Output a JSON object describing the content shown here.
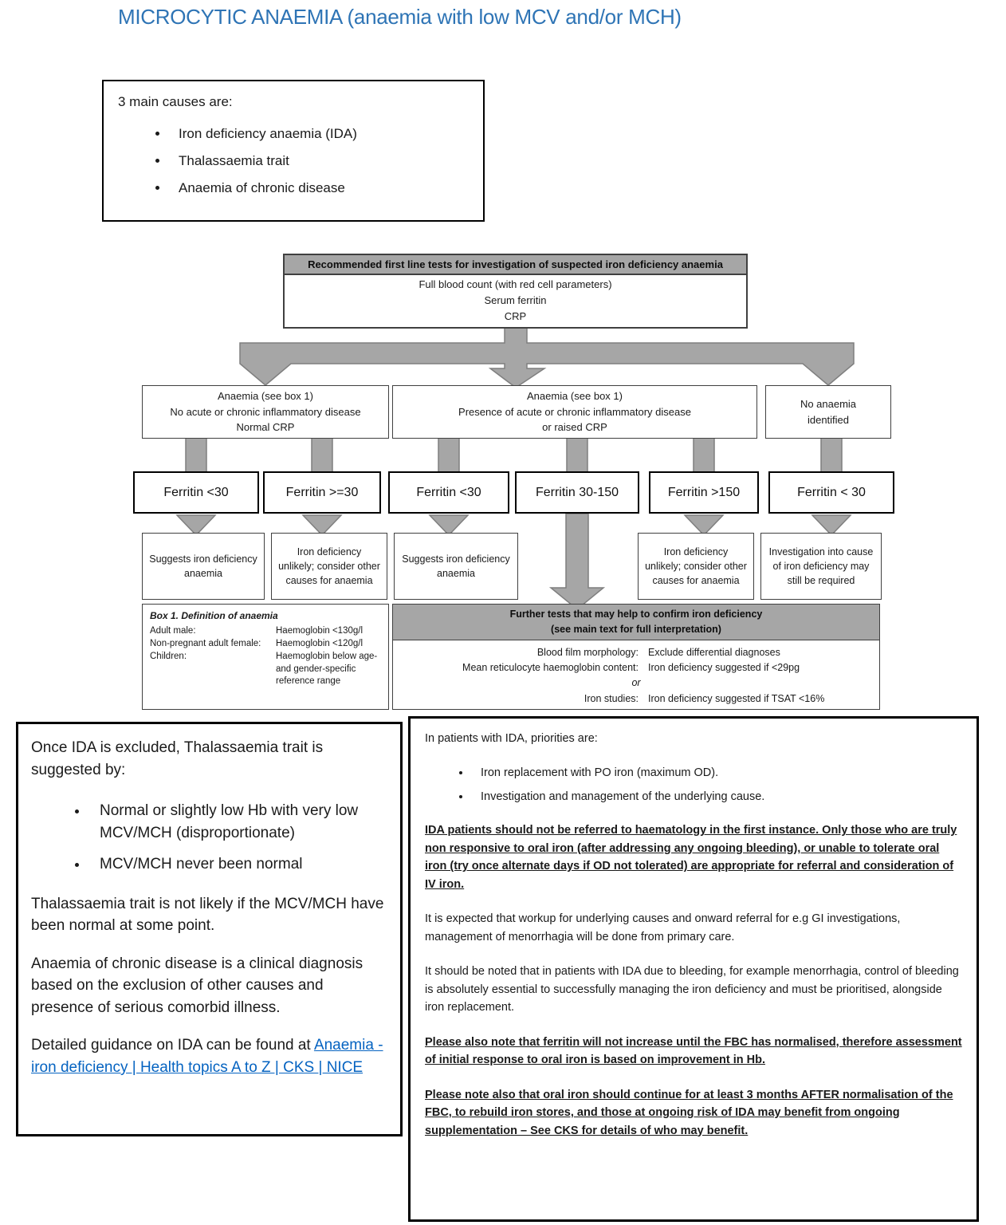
{
  "page": {
    "title": "MICROCYTIC ANAEMIA (anaemia with low MCV and/or MCH)",
    "title_color": "#2E74B5"
  },
  "causes_box": {
    "heading": "3 main causes are:",
    "items": [
      "Iron deficiency anaemia (IDA)",
      "Thalassaemia trait",
      "Anaemia of chronic disease"
    ]
  },
  "first_line_box": {
    "header": "Recommended first line tests for investigation of suspected iron deficiency anaemia",
    "lines": [
      "Full blood count (with red cell parameters)",
      "Serum ferritin",
      "CRP"
    ]
  },
  "branch_boxes": [
    {
      "line1": "Anaemia (see box 1)",
      "line2": "No acute or chronic inflammatory disease",
      "line3": "Normal CRP"
    },
    {
      "line1": "Anaemia (see box 1)",
      "line2": "Presence of acute or chronic inflammatory disease",
      "line3": "or raised CRP"
    },
    {
      "line1": "No anaemia",
      "line2": "identified"
    }
  ],
  "ferritin_boxes": [
    "Ferritin <30",
    "Ferritin >=30",
    "Ferritin <30",
    "Ferritin 30-150",
    "Ferritin >150",
    "Ferritin < 30"
  ],
  "outcome_boxes": [
    "Suggests iron deficiency anaemia",
    "Iron deficiency unlikely; consider other causes for anaemia",
    "Suggests iron deficiency anaemia",
    "Iron deficiency unlikely; consider other causes for anaemia",
    "Investigation into cause of iron deficiency may still be required"
  ],
  "box1": {
    "title": "Box 1. Definition of anaemia",
    "rows": [
      {
        "label": "Adult male:",
        "value": "Haemoglobin <130g/l"
      },
      {
        "label": "Non-pregnant adult female:",
        "value": "Haemoglobin <120g/l"
      },
      {
        "label": "Children:",
        "value": "Haemoglobin below age- and gender-specific reference range"
      }
    ]
  },
  "further_tests": {
    "header_line1": "Further tests that may help to confirm iron deficiency",
    "header_line2": "(see main text for full interpretation)",
    "row1_label": "Blood film morphology:",
    "row1_value": "Exclude differential diagnoses",
    "row2_label": "Mean reticulocyte haemoglobin content:",
    "row2_value": "Iron deficiency suggested if <29pg",
    "or_text": "or",
    "row3_label": "Iron studies:",
    "row3_value": "Iron deficiency suggested if TSAT <16%"
  },
  "thalassaemia_box": {
    "para1": "Once IDA is excluded, Thalassaemia trait is suggested by:",
    "bullets": [
      "Normal or slightly low Hb with very low MCV/MCH (disproportionate)",
      "MCV/MCH never been normal"
    ],
    "para2": "Thalassaemia trait is not likely if the MCV/MCH have been normal at some point.",
    "para3": "Anaemia of chronic disease is a clinical diagnosis based on the exclusion of other causes and presence of serious comorbid illness.",
    "para4_prefix": "Detailed guidance on IDA can be found at ",
    "link_text": "Anaemia - iron deficiency | Health topics A to Z | CKS | NICE",
    "link_color": "#0563C1"
  },
  "ida_box": {
    "para1": "In patients with IDA, priorities are:",
    "bullets": [
      "Iron replacement with PO iron (maximum OD).",
      "Investigation and management of the underlying cause."
    ],
    "para2_bold": "IDA patients should not be referred to haematology in the first instance. Only those who are truly non responsive to oral iron (after addressing any ongoing bleeding), or unable to tolerate oral iron (try once alternate days if OD not tolerated) are appropriate for referral and consideration of IV iron.",
    "para3": "It is expected that workup for underlying causes and onward referral for e.g GI investigations, management of menorrhagia will be done from primary care.",
    "para4": "It should be noted that in patients with IDA due to bleeding, for example menorrhagia, control of bleeding is absolutely essential to successfully managing the iron deficiency and must be prioritised, alongside iron replacement.",
    "para5_bold": "Please also note that ferritin will not increase until the FBC has normalised, therefore assessment of initial response to oral iron is based on improvement in Hb.",
    "para6_bold": "Please note also that oral iron should continue for at least 3 months AFTER normalisation of the FBC, to rebuild iron stores, and those at ongoing risk of IDA may benefit from ongoing supplementation – See CKS for details of who may benefit."
  },
  "connectors": {
    "fill": "#A6A6A6",
    "stroke": "#7F7F7F"
  }
}
